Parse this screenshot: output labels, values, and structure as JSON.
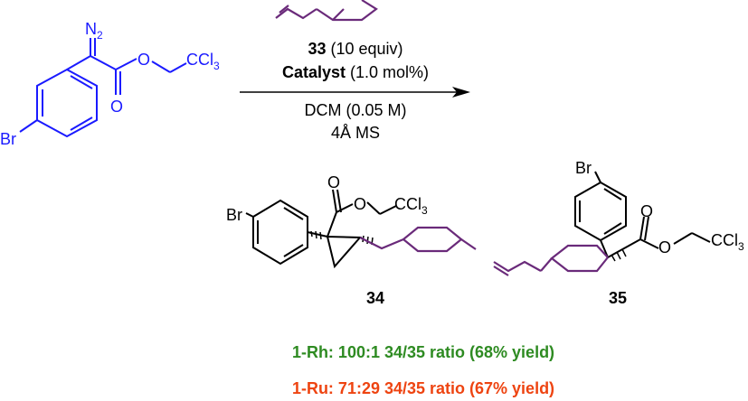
{
  "reagent": {
    "diazo_label": "N",
    "diazo_sub": "2",
    "bromo": "Br",
    "ester_O1": "O",
    "ester_O2": "O",
    "ccl3": "CCl",
    "ccl3_sub": "3"
  },
  "conditions": {
    "reactant_num": "33",
    "reactant_rest": " (10 equiv)",
    "catalyst_word": "Catalyst",
    "catalyst_rest": " (1.0 mol%)",
    "solvent": "DCM (0.05 M)",
    "additive": "4Å MS"
  },
  "product34": {
    "bromo": "Br",
    "o_carbonyl": "O",
    "o_ester": "O",
    "ccl3": "CCl",
    "ccl3_sub": "3",
    "label": "34"
  },
  "product35": {
    "bromo": "Br",
    "o_carbonyl": "O",
    "o_ester": "O",
    "ccl3": "CCl",
    "ccl3_sub": "3",
    "label": "35"
  },
  "results": {
    "rh": "1-Rh: 100:1 34/35 ratio (68% yield)",
    "ru": "1-Ru: 71:29 34/35 ratio (67% yield)",
    "rh_color": "#2e8b22",
    "ru_color": "#ee4411"
  },
  "colors": {
    "reagent": "#1a1aff",
    "alkene": "#6a2a7a",
    "bond": "#000000"
  }
}
